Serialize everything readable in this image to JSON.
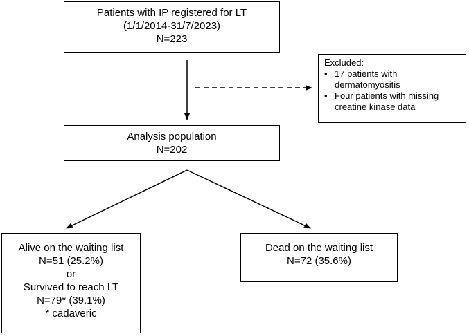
{
  "top_box": {
    "line1": "Patients with IP registered for LT",
    "line2": "(1/1/2014-31/7/2023)",
    "line3": "N=223"
  },
  "excluded_box": {
    "title": "Excluded:",
    "items": [
      "17 patients with dermatomyositis",
      "Four patients with missing creatine kinase data"
    ]
  },
  "analysis_box": {
    "line1": "Analysis population",
    "line2": "N=202"
  },
  "left_box": {
    "line1": "Alive on the waiting list",
    "line2": "N=51 (25.2%)",
    "line3": "or",
    "line4": "Survived to reach LT",
    "line5": "N=79* (39.1%)",
    "line6": "* cadaveric"
  },
  "right_box": {
    "line1": "Dead on the waiting list",
    "line2": "N=72 (35.6%)"
  }
}
